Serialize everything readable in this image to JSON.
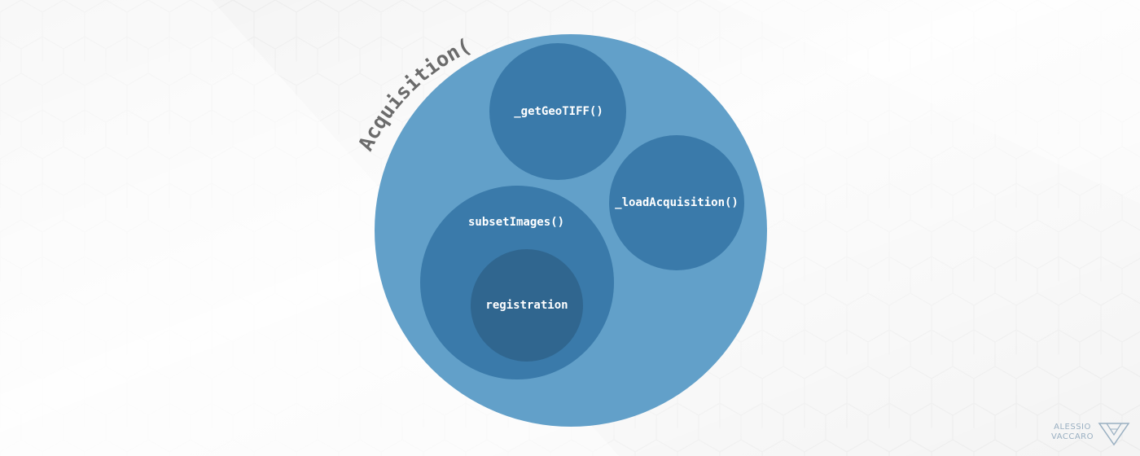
{
  "diagram": {
    "outer": {
      "label": "Acquisition()",
      "color": "#62a0c9"
    },
    "nodes": [
      {
        "id": "geotiff",
        "label": "_getGeoTIFF()",
        "color": "#3a7aaa",
        "parent": "outer"
      },
      {
        "id": "loadacq",
        "label": "_loadAcquisition()",
        "color": "#3a7aaa",
        "parent": "outer"
      },
      {
        "id": "subset",
        "label": "subsetImages()",
        "color": "#3a7aaa",
        "parent": "outer"
      },
      {
        "id": "registration",
        "label": "registration",
        "color": "#30668f",
        "parent": "subset"
      }
    ]
  },
  "watermark": {
    "line1": "ALESSIO",
    "line2": "VACCARO",
    "color": "#9ab0c2"
  },
  "colors": {
    "background": "#f2f2f2",
    "label_text": "#ffffff",
    "title_text": "#6b6b6b"
  }
}
